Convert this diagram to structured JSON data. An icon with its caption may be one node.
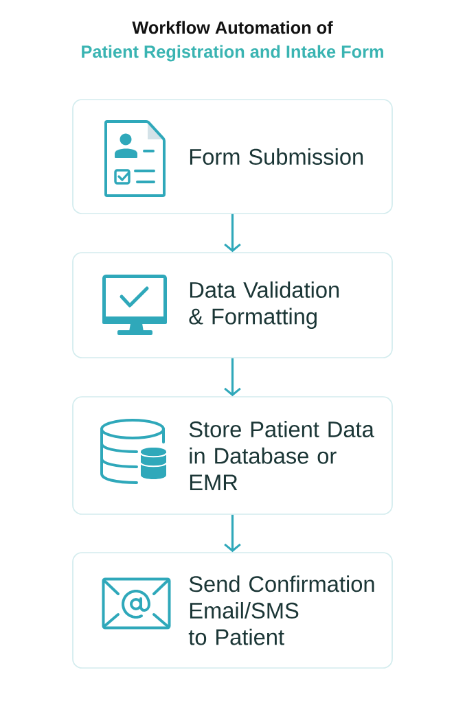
{
  "diagram": {
    "title": "Workflow Automation of",
    "nodes": [
      {
        "text": [
          "Form Submission"
        ]
      },
      {
        "text": [
          "Data Validation & Formatting"
        ]
      },
      {
        "text": [
          "Store Patient Data in Database or EMR"
        ]
      },
      {
        "text": [
          "Send Confirmation Email/SMS to Patient"
        ]
      }
    ],
    "edges": [
      {
        "from": 0,
        "to": 1,
        "arrow": "to"
      },
      {
        "from": 1,
        "to": 2,
        "arrow": "to"
      },
      {
        "from": 2,
        "to": 3,
        "arrow": "to"
      }
    ],
    "labels": [
      "Patient Registration and Intake Form"
    ]
  }
}
